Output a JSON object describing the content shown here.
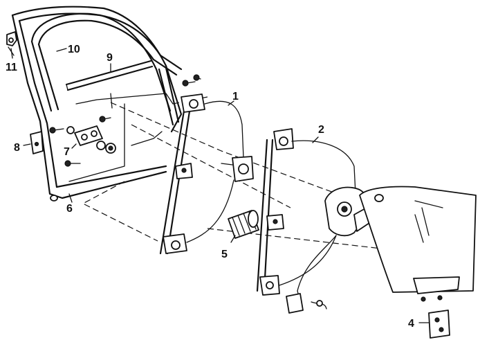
{
  "callouts": [
    {
      "id": "c1",
      "text": "1"
    },
    {
      "id": "c2",
      "text": "2"
    },
    {
      "id": "c4",
      "text": "4"
    },
    {
      "id": "c5",
      "text": "5"
    },
    {
      "id": "c6",
      "text": "6"
    },
    {
      "id": "c7",
      "text": "7"
    },
    {
      "id": "c8",
      "text": "8"
    },
    {
      "id": "c9",
      "text": "9"
    },
    {
      "id": "c10",
      "text": "10"
    },
    {
      "id": "c11",
      "text": "11"
    }
  ]
}
